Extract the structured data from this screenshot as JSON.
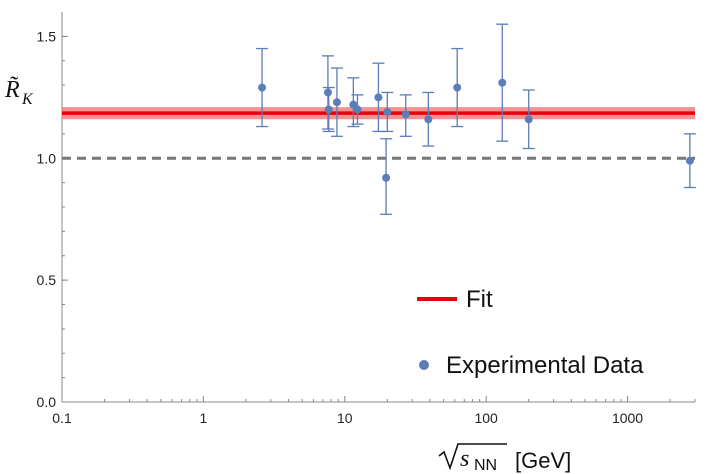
{
  "chart_data": {
    "type": "scatter",
    "title": "",
    "ylabel": {
      "main": "R̃",
      "sub": "K"
    },
    "xlabel": {
      "radicand": "s",
      "sub": "NN",
      "unit": "[GeV]"
    },
    "x_scale": "log",
    "xlim": [
      0.1,
      3000
    ],
    "ylim": [
      0.0,
      1.6
    ],
    "x_ticks": [
      {
        "value": 0.1,
        "label": "0.1"
      },
      {
        "value": 1,
        "label": "1"
      },
      {
        "value": 10,
        "label": "10"
      },
      {
        "value": 100,
        "label": "100"
      },
      {
        "value": 1000,
        "label": "1000"
      }
    ],
    "y_ticks": [
      {
        "value": 0.0,
        "label": "0.0"
      },
      {
        "value": 0.5,
        "label": "0.5"
      },
      {
        "value": 1.0,
        "label": "1.0"
      },
      {
        "value": 1.5,
        "label": "1.5"
      }
    ],
    "fit": {
      "name": "Fit",
      "value": 1.185,
      "band": [
        1.16,
        1.21
      ],
      "color": "#e8000b",
      "band_color": "#f08080"
    },
    "reference_line": {
      "value": 1.0,
      "style": "dashed",
      "color": "#777777"
    },
    "series": [
      {
        "name": "Experimental Data",
        "color": "#5b7db8",
        "points": [
          {
            "x": 2.6,
            "y": 1.29,
            "lo": 1.13,
            "hi": 1.45
          },
          {
            "x": 7.6,
            "y": 1.27,
            "lo": 1.12,
            "hi": 1.42
          },
          {
            "x": 7.7,
            "y": 1.2,
            "lo": 1.11,
            "hi": 1.29
          },
          {
            "x": 8.8,
            "y": 1.23,
            "lo": 1.09,
            "hi": 1.37
          },
          {
            "x": 11.5,
            "y": 1.22,
            "lo": 1.13,
            "hi": 1.33
          },
          {
            "x": 12.3,
            "y": 1.2,
            "lo": 1.14,
            "hi": 1.26
          },
          {
            "x": 17.3,
            "y": 1.25,
            "lo": 1.11,
            "hi": 1.39
          },
          {
            "x": 19.6,
            "y": 0.92,
            "lo": 0.77,
            "hi": 1.08
          },
          {
            "x": 20.0,
            "y": 1.19,
            "lo": 1.11,
            "hi": 1.27
          },
          {
            "x": 27.0,
            "y": 1.18,
            "lo": 1.09,
            "hi": 1.26
          },
          {
            "x": 39.0,
            "y": 1.16,
            "lo": 1.05,
            "hi": 1.27
          },
          {
            "x": 62.4,
            "y": 1.29,
            "lo": 1.13,
            "hi": 1.45
          },
          {
            "x": 130.0,
            "y": 1.31,
            "lo": 1.07,
            "hi": 1.55
          },
          {
            "x": 200.0,
            "y": 1.16,
            "lo": 1.04,
            "hi": 1.28
          },
          {
            "x": 2760.0,
            "y": 0.99,
            "lo": 0.88,
            "hi": 1.1
          }
        ]
      }
    ],
    "legend": {
      "placement": "bottom-right",
      "entries": [
        "Fit",
        "Experimental Data"
      ]
    }
  }
}
